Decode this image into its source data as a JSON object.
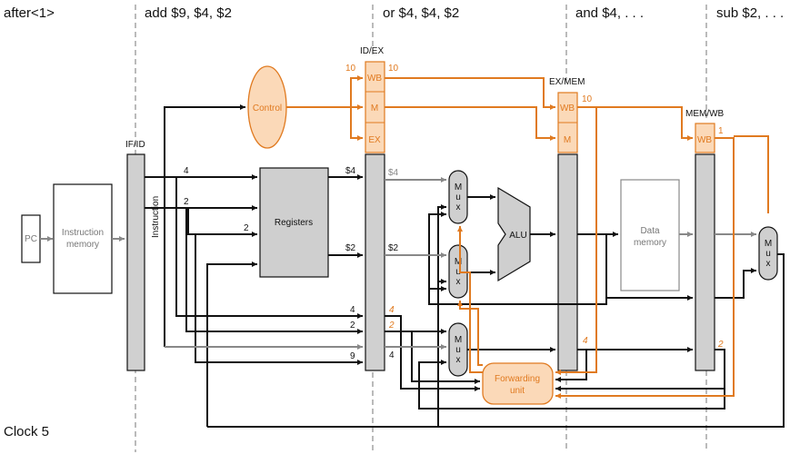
{
  "stages": [
    "after<1>",
    "add $9, $4, $2",
    "or $4, $4, $2",
    "and $4, . . .",
    "sub $2, . . ."
  ],
  "clock": "Clock 5",
  "pipeline_registers": {
    "ifid": "IF/ID",
    "idex": "ID/EX",
    "exmem": "EX/MEM",
    "memwb": "MEM/WB"
  },
  "blocks": {
    "pc": "PC",
    "imem_1": "Instruction",
    "imem_2": "memory",
    "instruction": "Instruction",
    "control": "Control",
    "registers": "Registers",
    "alu": "ALU",
    "dmem_1": "Data",
    "dmem_2": "memory",
    "fwd_1": "Forwarding",
    "fwd_2": "unit",
    "mux": [
      "M",
      "u",
      "x"
    ]
  },
  "control_fields": {
    "wb": "WB",
    "m": "M",
    "ex": "EX"
  },
  "values": {
    "ctrl_in": "10",
    "ctrl_wb_idex": "10",
    "ctrl_wb_exmem": "10",
    "ctrl_wb_memwb": "1",
    "rs_in": "4",
    "rt_in": "2",
    "rd_in": "2",
    "reg_out_rs": "$4",
    "reg_out_rt": "$2",
    "ex_rs_gray": "$4",
    "ex_rt": "$2",
    "idex_rs": "4",
    "idex_rt": "2",
    "idex_rd": "9",
    "fwd_rs": "4",
    "fwd_rt": "2",
    "ex_rd": "4",
    "exmem_rd": "4",
    "memwb_rd": "2"
  },
  "colors": {
    "black": "#111111",
    "orange": "#e07a20",
    "orange_fill": "#fbd9b8",
    "gray": "#888888",
    "gray_fill": "#cfcfcf"
  }
}
